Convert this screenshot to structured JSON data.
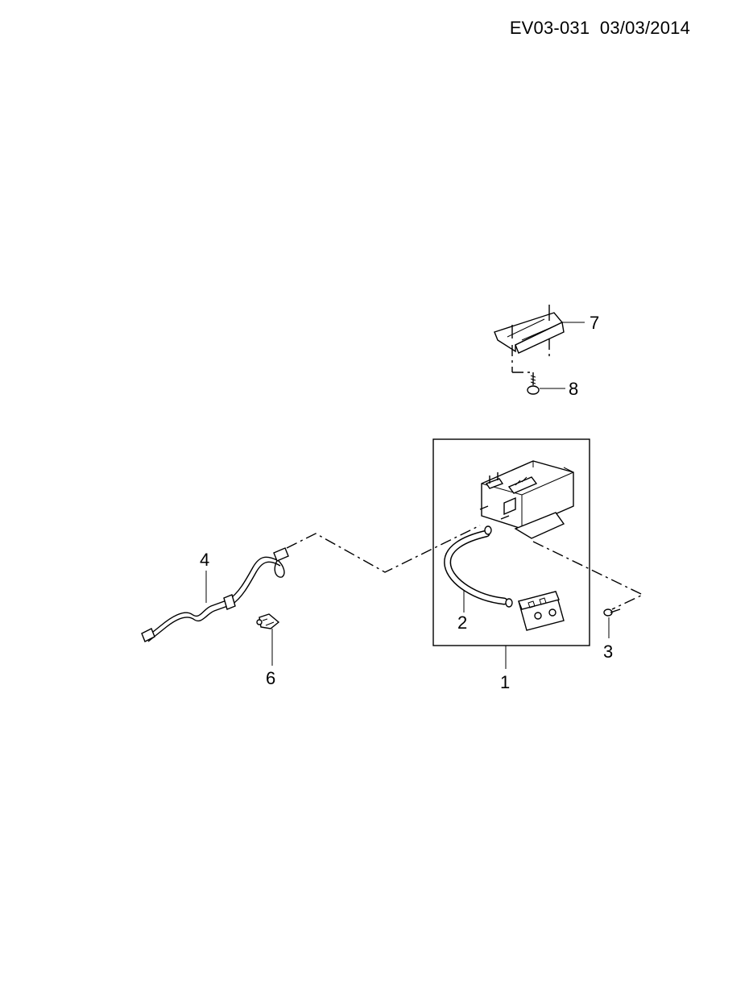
{
  "header": {
    "doc_code": "EV03-031",
    "date": "03/03/2014"
  },
  "callouts": {
    "c1": "1",
    "c2": "2",
    "c3": "3",
    "c4": "4",
    "c6": "6",
    "c7": "7",
    "c8": "8"
  }
}
